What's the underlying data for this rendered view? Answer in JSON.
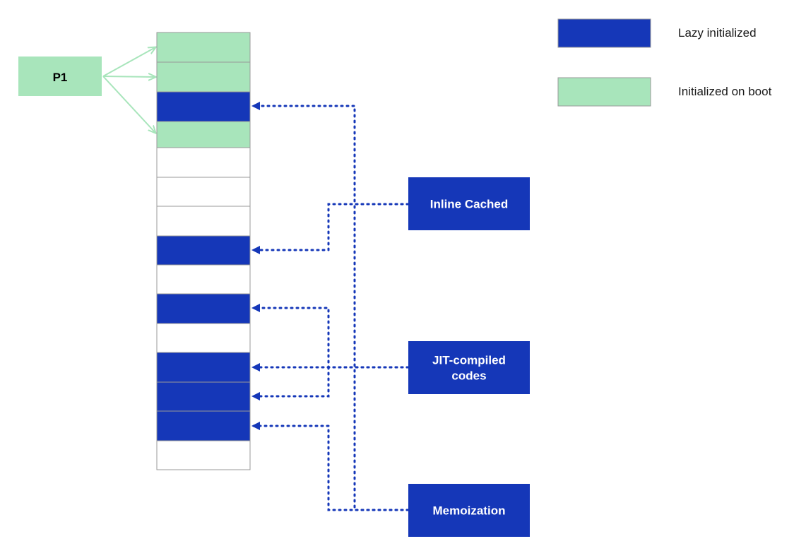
{
  "colors": {
    "lazy": "#1537b8",
    "boot": "#a8e5bb",
    "empty": "#ffffff",
    "cell_border": "#999999",
    "dotted_line": "#1537b8",
    "p1_arrow": "#a8e5bb",
    "node_text": "#ffffff"
  },
  "legend": {
    "lazy_label": "Lazy initialized",
    "boot_label": "Initialized on boot"
  },
  "p1": {
    "label": "P1"
  },
  "cells": [
    "boot",
    "boot",
    "lazy",
    "boot",
    "empty",
    "empty",
    "empty",
    "lazy",
    "empty",
    "lazy",
    "empty",
    "lazy",
    "lazy",
    "lazy",
    "empty"
  ],
  "nodes": [
    {
      "id": "inline-cached",
      "label_lines": [
        "Inline Cached"
      ]
    },
    {
      "id": "jit-compiled-codes",
      "label_lines": [
        "JIT-compiled",
        "codes"
      ]
    },
    {
      "id": "memoization",
      "label_lines": [
        "Memoization"
      ]
    }
  ]
}
